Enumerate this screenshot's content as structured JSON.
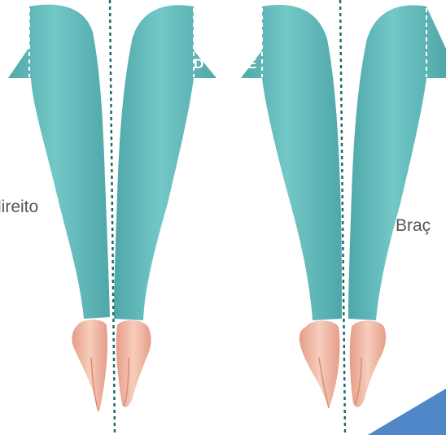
{
  "labels": {
    "left_partial": "lireito",
    "right_partial": "Braç",
    "marker_d": "D",
    "marker_e": "E"
  },
  "colors": {
    "sleeve": "#63bcbc",
    "sleeve_shade": "#4fa7a9",
    "guide_line": "#1f6b6a",
    "skin": "#f4c3b0",
    "skin_shade": "#e59d89",
    "corner_accent": "#4f87c9"
  },
  "icons": [
    "arm-sleeve-illustration",
    "hand-illustration",
    "dashed-guide-line"
  ]
}
